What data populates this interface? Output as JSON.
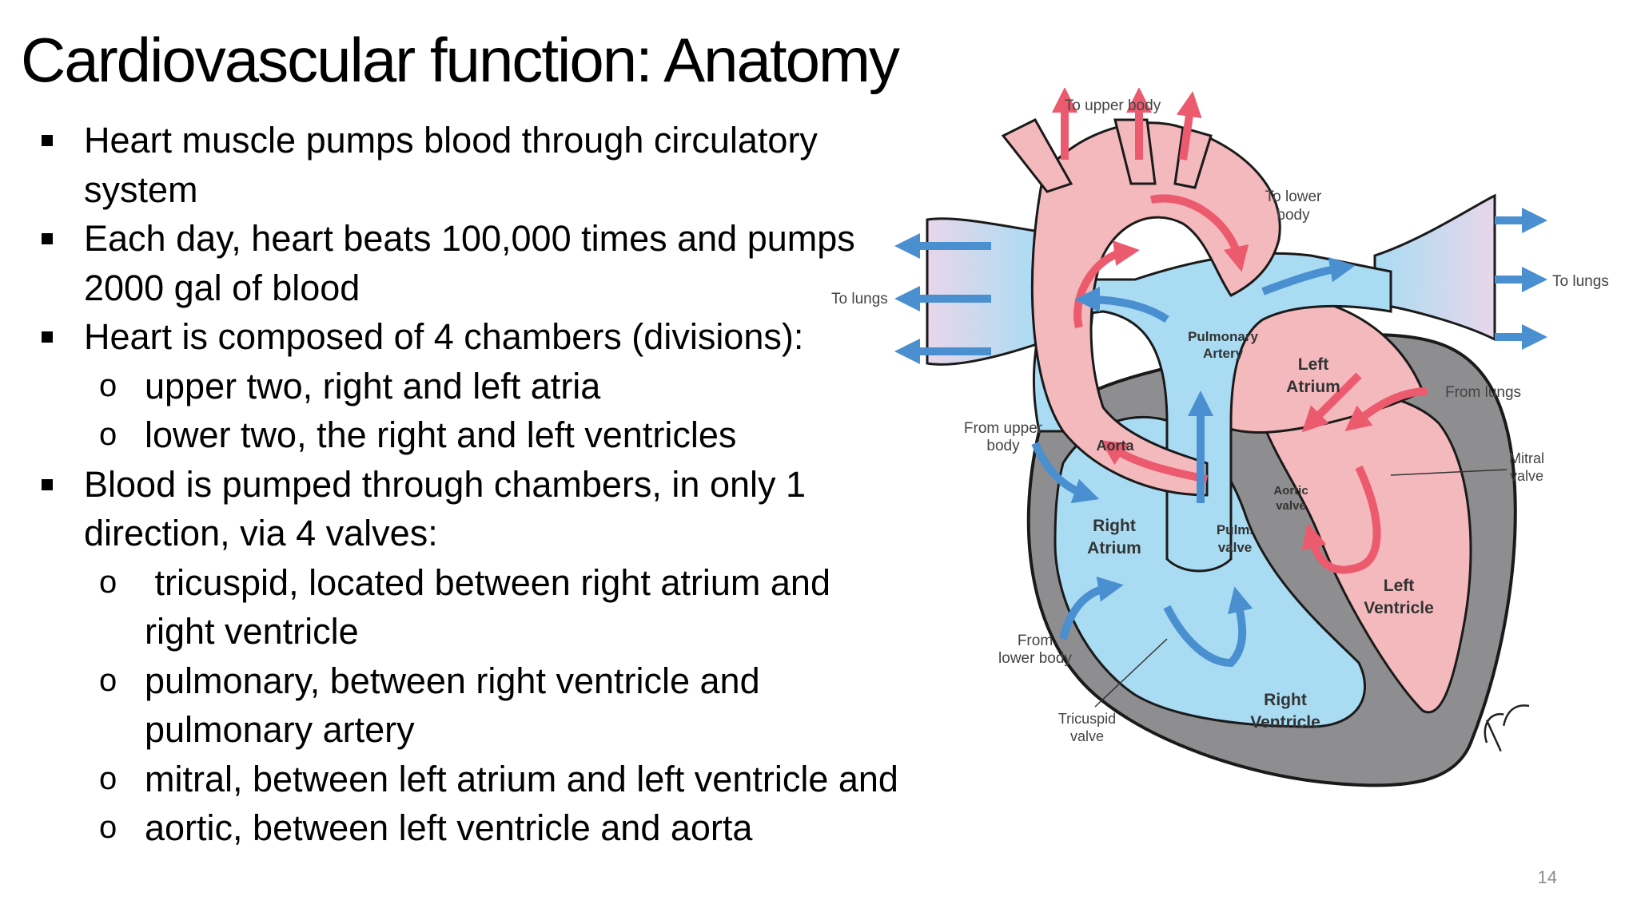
{
  "slide": {
    "title": "Cardiovascular function: Anatomy",
    "page_number": "14"
  },
  "bullets": {
    "b1_line1": "Heart muscle pumps blood through circulatory",
    "b1_line2": "system",
    "b2_line1": "Each day, heart beats 100,000 times and pumps",
    "b2_line2": "2000 gal of blood",
    "b3_line1": "Heart is composed of 4 chambers (divisions):",
    "b3_sub1": "upper two, right and left atria",
    "b3_sub2": "lower two, the right and left ventricles",
    "b4_line1": "Blood is pumped through chambers, in only 1",
    "b4_line2": "direction, via 4 valves:",
    "b4_sub1_line1": " tricuspid, located between right atrium and",
    "b4_sub1_line2": "right ventricle",
    "b4_sub2_line1": "pulmonary, between right ventricle and",
    "b4_sub2_line2": "pulmonary artery",
    "b4_sub3": "mitral, between left atrium and left ventricle and",
    "b4_sub4": "aortic, between left ventricle and aorta",
    "square_marker": "▪",
    "circle_marker": "o"
  },
  "diagram": {
    "labels": {
      "to_upper_body": "To upper body",
      "to_lower_body_1": "To lower",
      "to_lower_body_2": "body",
      "to_lungs_left": "To lungs",
      "to_lungs_right": "To lungs",
      "pulmonary_artery_1": "Pulmonary",
      "pulmonary_artery_2": "Artery",
      "left_atrium_1": "Left",
      "left_atrium_2": "Atrium",
      "from_lungs": "From lungs",
      "from_upper_body_1": "From upper",
      "from_upper_body_2": "body",
      "aorta": "Aorta",
      "mitral_valve_1": "Mitral",
      "mitral_valve_2": "valve",
      "aortic_valve_1": "Aortic",
      "aortic_valve_2": "valve",
      "right_atrium_1": "Right",
      "right_atrium_2": "Atrium",
      "pulm_valve_1": "Pulm.",
      "pulm_valve_2": "valve",
      "left_ventricle_1": "Left",
      "left_ventricle_2": "Ventricle",
      "from_lower_body_1": "From",
      "from_lower_body_2": "lower body",
      "right_ventricle_1": "Right",
      "right_ventricle_2": "Ventricle",
      "tricuspid_valve_1": "Tricuspid",
      "tricuspid_valve_2": "valve",
      "signature": "F. Netter M.D."
    },
    "colors": {
      "oxygenated": "#f4b9bd",
      "oxygenated_arrow": "#ec5a6e",
      "deoxygenated": "#a9dcf3",
      "deoxygenated_arrow": "#4a8fd0",
      "wall": "#8e8e90",
      "outline": "#1a1a1a",
      "label_text": "#444444"
    }
  }
}
